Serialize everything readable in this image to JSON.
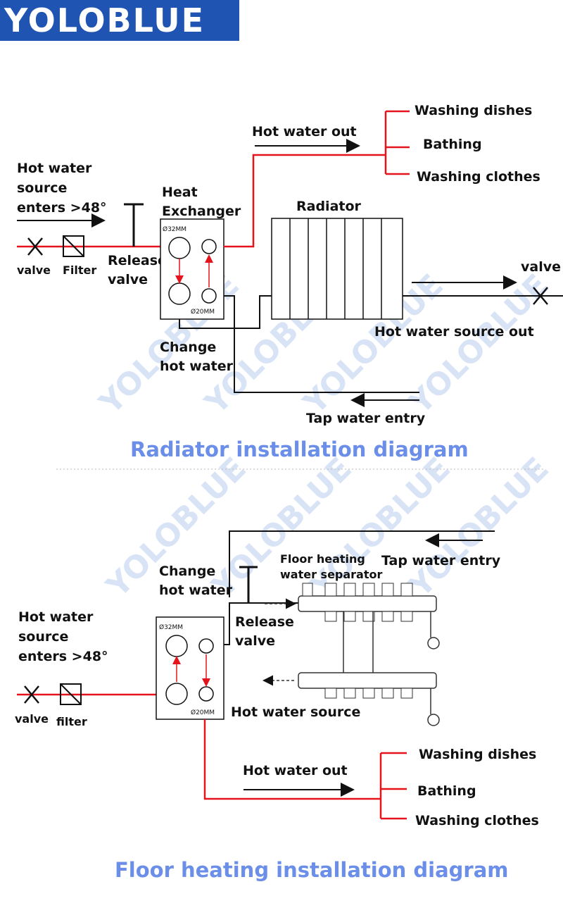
{
  "brand": {
    "logo_text": "YOLOBLUE",
    "color": "#1f54b3"
  },
  "watermark": "YOLOBLUE",
  "colors": {
    "hot_pipe": "#e5141c",
    "cold_pipe": "#111111",
    "title": "#6b8fe8"
  },
  "radiator_diagram": {
    "title": "Radiator installation diagram",
    "hot_water_source": [
      "Hot water",
      "source",
      "enters >48°"
    ],
    "valve_label": "valve",
    "filter_label": "Filter",
    "release_valve": [
      "Release",
      "valve"
    ],
    "heat_exchanger": [
      "Heat",
      "Exchanger"
    ],
    "dia_large": "Ø32MM",
    "dia_small": "Ø20MM",
    "hot_water_out": "Hot water out",
    "outputs": [
      "Washing dishes",
      "Bathing",
      "Washing clothes"
    ],
    "radiator_label": "Radiator",
    "valve_right": "valve",
    "hot_water_source_out": "Hot water source out",
    "change_hot_water": [
      "Change",
      "hot water"
    ],
    "tap_water_entry": "Tap water entry"
  },
  "floor_diagram": {
    "title": "Floor heating installation diagram",
    "hot_water_source": [
      "Hot water",
      "source",
      "enters >48°"
    ],
    "valve_label": "valve",
    "filter_label": "filter",
    "change_hot_water": [
      "Change",
      "hot water"
    ],
    "release_valve": [
      "Release",
      "valve"
    ],
    "separator": [
      "Floor heating",
      "water separator"
    ],
    "tap_water_entry": "Tap water entry",
    "hot_water_source_label": "Hot water source",
    "dia_large": "Ø32MM",
    "dia_small": "Ø20MM",
    "hot_water_out": "Hot water out",
    "outputs": [
      "Washing dishes",
      "Bathing",
      "Washing clothes"
    ]
  }
}
